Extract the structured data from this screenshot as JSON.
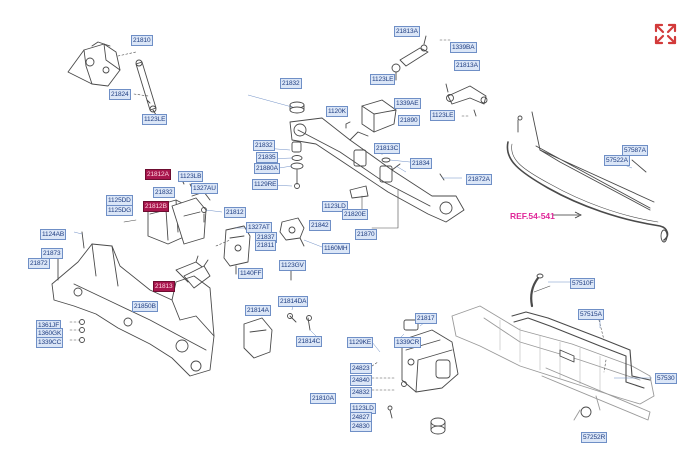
{
  "labels": {
    "l_21810": "21810",
    "l_21824": "21824",
    "l_21813A": "21813A",
    "l_1339BA": "1339BA",
    "l_1123LE_a": "1123LE",
    "l_21813A_b": "21813A",
    "l_1123LE_b": "1123LE",
    "l_21832": "21832",
    "l_1339AE": "1339AE",
    "l_1120K": "1120K",
    "l_21890": "21890",
    "l_21832_b": "21832",
    "l_21835": "21835",
    "l_21880A": "21880A",
    "l_1129RE": "1129RE",
    "l_21813C": "21813C",
    "l_21834": "21834",
    "l_21872A": "21872A",
    "l_57587A": "57587A",
    "l_57522A": "57522A",
    "l_21812A": "21812A",
    "l_1123LB": "1123LB",
    "l_1327AU": "1327AU",
    "l_21832_c": "21832",
    "l_1125DD": "1125DD",
    "l_1125DG": "1125DG",
    "l_21812": "21812",
    "l_21812B": "21812B",
    "l_1123LD": "1123LD",
    "l_21820E": "21820E",
    "l_21842": "21842",
    "l_21870": "21870",
    "l_1124AB": "1124AB",
    "l_1327AT": "1327AT",
    "l_21837": "21837",
    "l_21811": "21811",
    "l_1160MH": "1160MH",
    "l_21873": "21873",
    "l_21872": "21872",
    "l_21813": "21813",
    "l_1140FF": "1140FF",
    "l_1123GV": "1123GV",
    "l_57510F": "57510F",
    "l_21814DA": "21814DA",
    "l_21850B": "21850B",
    "l_21814A": "21814A",
    "l_21817": "21817",
    "l_57515A": "57515A",
    "l_1361JF": "1361JF",
    "l_1360GK": "1360GK",
    "l_1339CC": "1339CC",
    "l_1129KE": "1129KE",
    "l_1339CR": "1339CR",
    "l_24823": "24823",
    "l_21814C": "21814C",
    "l_24840": "24840",
    "l_24832": "24832",
    "l_21810A": "21810A",
    "l_1123LD_b": "1123LD",
    "l_24827": "24827",
    "l_24830": "24830",
    "l_57530": "57530",
    "l_57252R": "57252R"
  },
  "ref_label": "REF.54-541",
  "colors": {
    "label_bg": "#dbe6f7",
    "label_border": "#6f8fc6",
    "label_text": "#1f3d80",
    "highlight_bg": "#a8164d",
    "ref_text": "#e0299a",
    "expand_icon": "#d23a3a"
  },
  "icons": {
    "expand": "expand-arrows-icon"
  }
}
